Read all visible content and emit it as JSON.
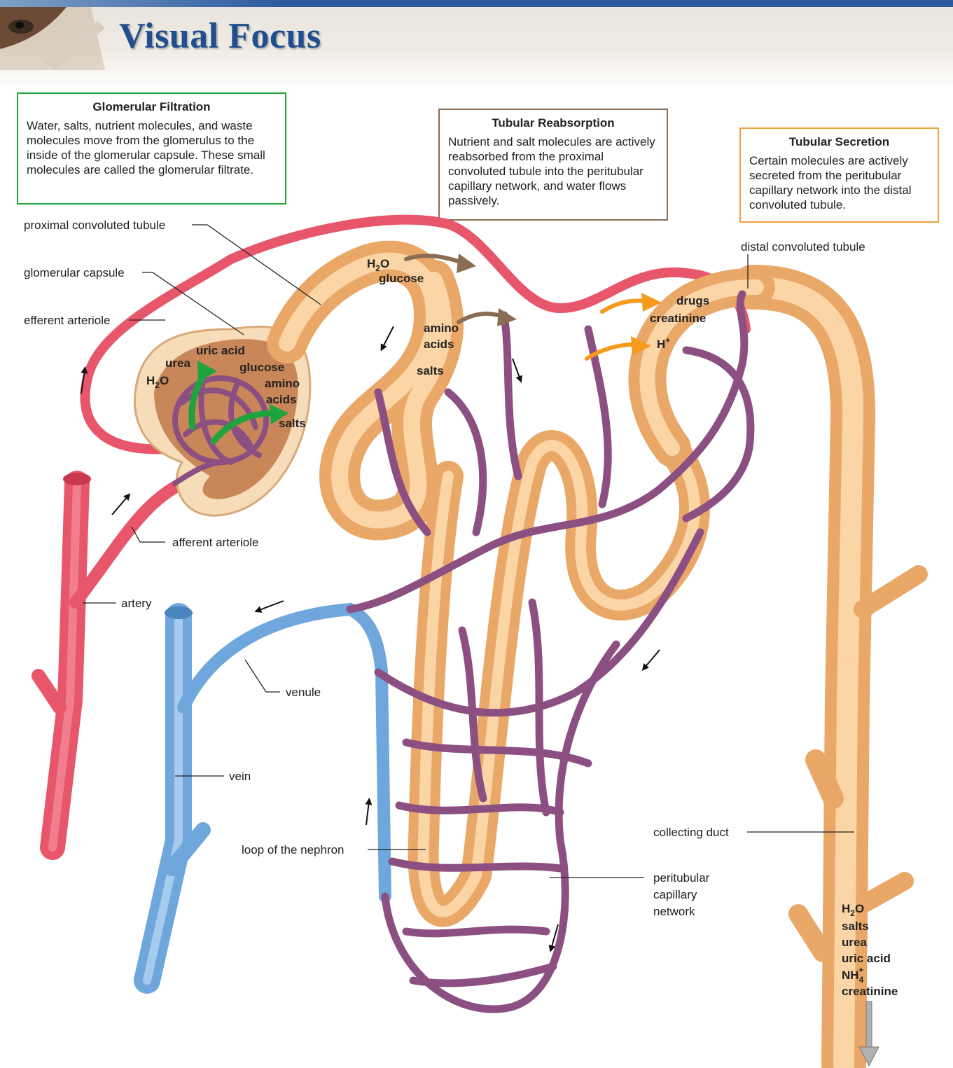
{
  "header": {
    "title": "Visual Focus"
  },
  "boxes": {
    "filtration": {
      "title": "Glomerular Filtration",
      "text": "Water, salts, nutrient molecules, and waste molecules move from the glomerulus to the inside of the glomerular capsule. These small molecules are called the glomerular filtrate.",
      "border_color": "#1fa33d"
    },
    "reabsorption": {
      "title": "Tubular Reabsorption",
      "text": "Nutrient and salt molecules are actively reabsorbed from the proximal convoluted tubule into the peritubular capillary network, and water flows passively.",
      "border_color": "#8b6d54"
    },
    "secretion": {
      "title": "Tubular Secretion",
      "text": "Certain molecules are actively secreted from the peritubular capillary network into the distal convoluted tubule.",
      "border_color": "#f0a23c"
    }
  },
  "labels": {
    "proximal": "proximal convoluted tubule",
    "capsule": "glomerular capsule",
    "efferent": "efferent arteriole",
    "afferent": "afferent arteriole",
    "artery": "artery",
    "venule": "venule",
    "vein": "vein",
    "loop": "loop of the nephron",
    "distal": "distal convoluted tubule",
    "collecting": "collecting duct",
    "peritubular_1": "peritubular",
    "peritubular_2": "capillary",
    "peritubular_3": "network"
  },
  "substances": {
    "capsule": {
      "uric_acid": "uric acid",
      "urea": "urea",
      "water": "H",
      "water_sub": "2",
      "water_end": "O",
      "glucose": "glucose",
      "amino": "amino",
      "acids": "acids",
      "salts": "salts"
    },
    "reabsorbed": {
      "water": "H",
      "water_sub": "2",
      "water_end": "O",
      "glucose": "glucose",
      "amino": "amino",
      "acids": "acids",
      "salts": "salts"
    },
    "secreted": {
      "drugs": "drugs",
      "creatinine": "creatinine",
      "hydrogen": "H",
      "hydrogen_sup": "+"
    },
    "urine": {
      "water": "H",
      "water_sub": "2",
      "water_end": "O",
      "salts": "salts",
      "urea": "urea",
      "uric_acid": "uric acid",
      "ammonium": "NH",
      "ammonium_sub": "4",
      "ammonium_sup": "+",
      "creatinine": "creatinine"
    }
  },
  "colors": {
    "tubule": "#f5c38b",
    "arterial": "#e8566b",
    "venous": "#6fa7dd",
    "capillary": "#8c4f82",
    "filtration_arrow": "#1fa33d",
    "reabsorption_arrow": "#8b6d54",
    "secretion_arrow": "#f59a1b",
    "urine_arrow": "#b0b0b0"
  }
}
